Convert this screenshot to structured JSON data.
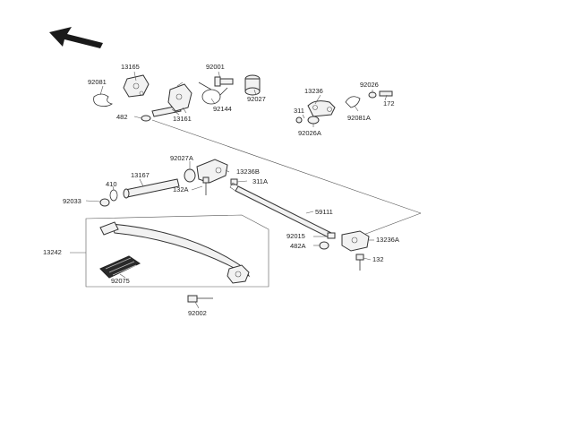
{
  "labels": {
    "l13165": "13165",
    "l92001": "92001",
    "l92081": "92081",
    "l92144": "92144",
    "l92027": "92027",
    "l482": "482",
    "l13161": "13161",
    "l13236": "13236",
    "l92026": "92026",
    "l311": "311",
    "l172": "172",
    "l92081A": "92081A",
    "l92026A": "92026A",
    "l92027A": "92027A",
    "l13167": "13167",
    "l13236B": "13236B",
    "l410": "410",
    "l311A": "311A",
    "l132A": "132A",
    "l92033": "92033",
    "l59111": "59111",
    "l13242": "13242",
    "l92015": "92015",
    "l13236A": "13236A",
    "l482A": "482A",
    "l132": "132",
    "l92075": "92075",
    "l92002": "92002"
  },
  "icons": {
    "direction": "front-direction-arrow-icon"
  }
}
